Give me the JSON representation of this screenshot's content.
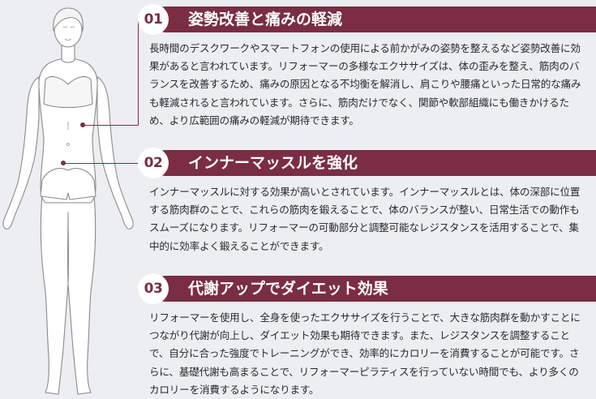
{
  "sections": [
    {
      "number": "01",
      "title": "姿勢改善と痛みの軽減",
      "body": "長時間のデスクワークやスマートフォンの使用による前かがみの姿勢を整えるなど姿勢改善に効果があると言われています。リフォーマーの多様なエクササイズは、体の歪みを整え、筋肉のバランスを改善するため、痛みの原因となる不均衡を解消し、肩こりや腰痛といった日常的な痛みも軽減されると言われています。さらに、筋肉だけでなく、関節や軟部組織にも働きかけるため、より広範囲の痛みの軽減が期待できます。"
    },
    {
      "number": "02",
      "title": "インナーマッスルを強化",
      "body": "インナーマッスルに対する効果が高いとされています。インナーマッスルとは、体の深部に位置する筋肉群のことで、これらの筋肉を鍛えることで、体のバランスが整い、日常生活での動作もスムーズになります。リフォーマーの可動部分と調整可能なレジスタンスを活用することで、集中的に効率よく鍛えることができます。"
    },
    {
      "number": "03",
      "title": "代謝アップでダイエット効果",
      "body": "リフォーマーを使用し、全身を使ったエクササイズを行うことで、大きな筋肉群を動かすことにつながり代謝が向上し、ダイエット効果も期待できます。また、レジスタンスを調整することで、自分に合った強度でトレーニングができ、効率的にカロリーを消費することが可能です。さらに、基礎代謝も高まることで、リフォーマーピラティスを行っていない時間でも、より多くのカロリーを消費するようになります。"
    }
  ],
  "colors": {
    "accent": "#7a2d43",
    "background": "#eceef1",
    "text": "#2a2a2a"
  }
}
